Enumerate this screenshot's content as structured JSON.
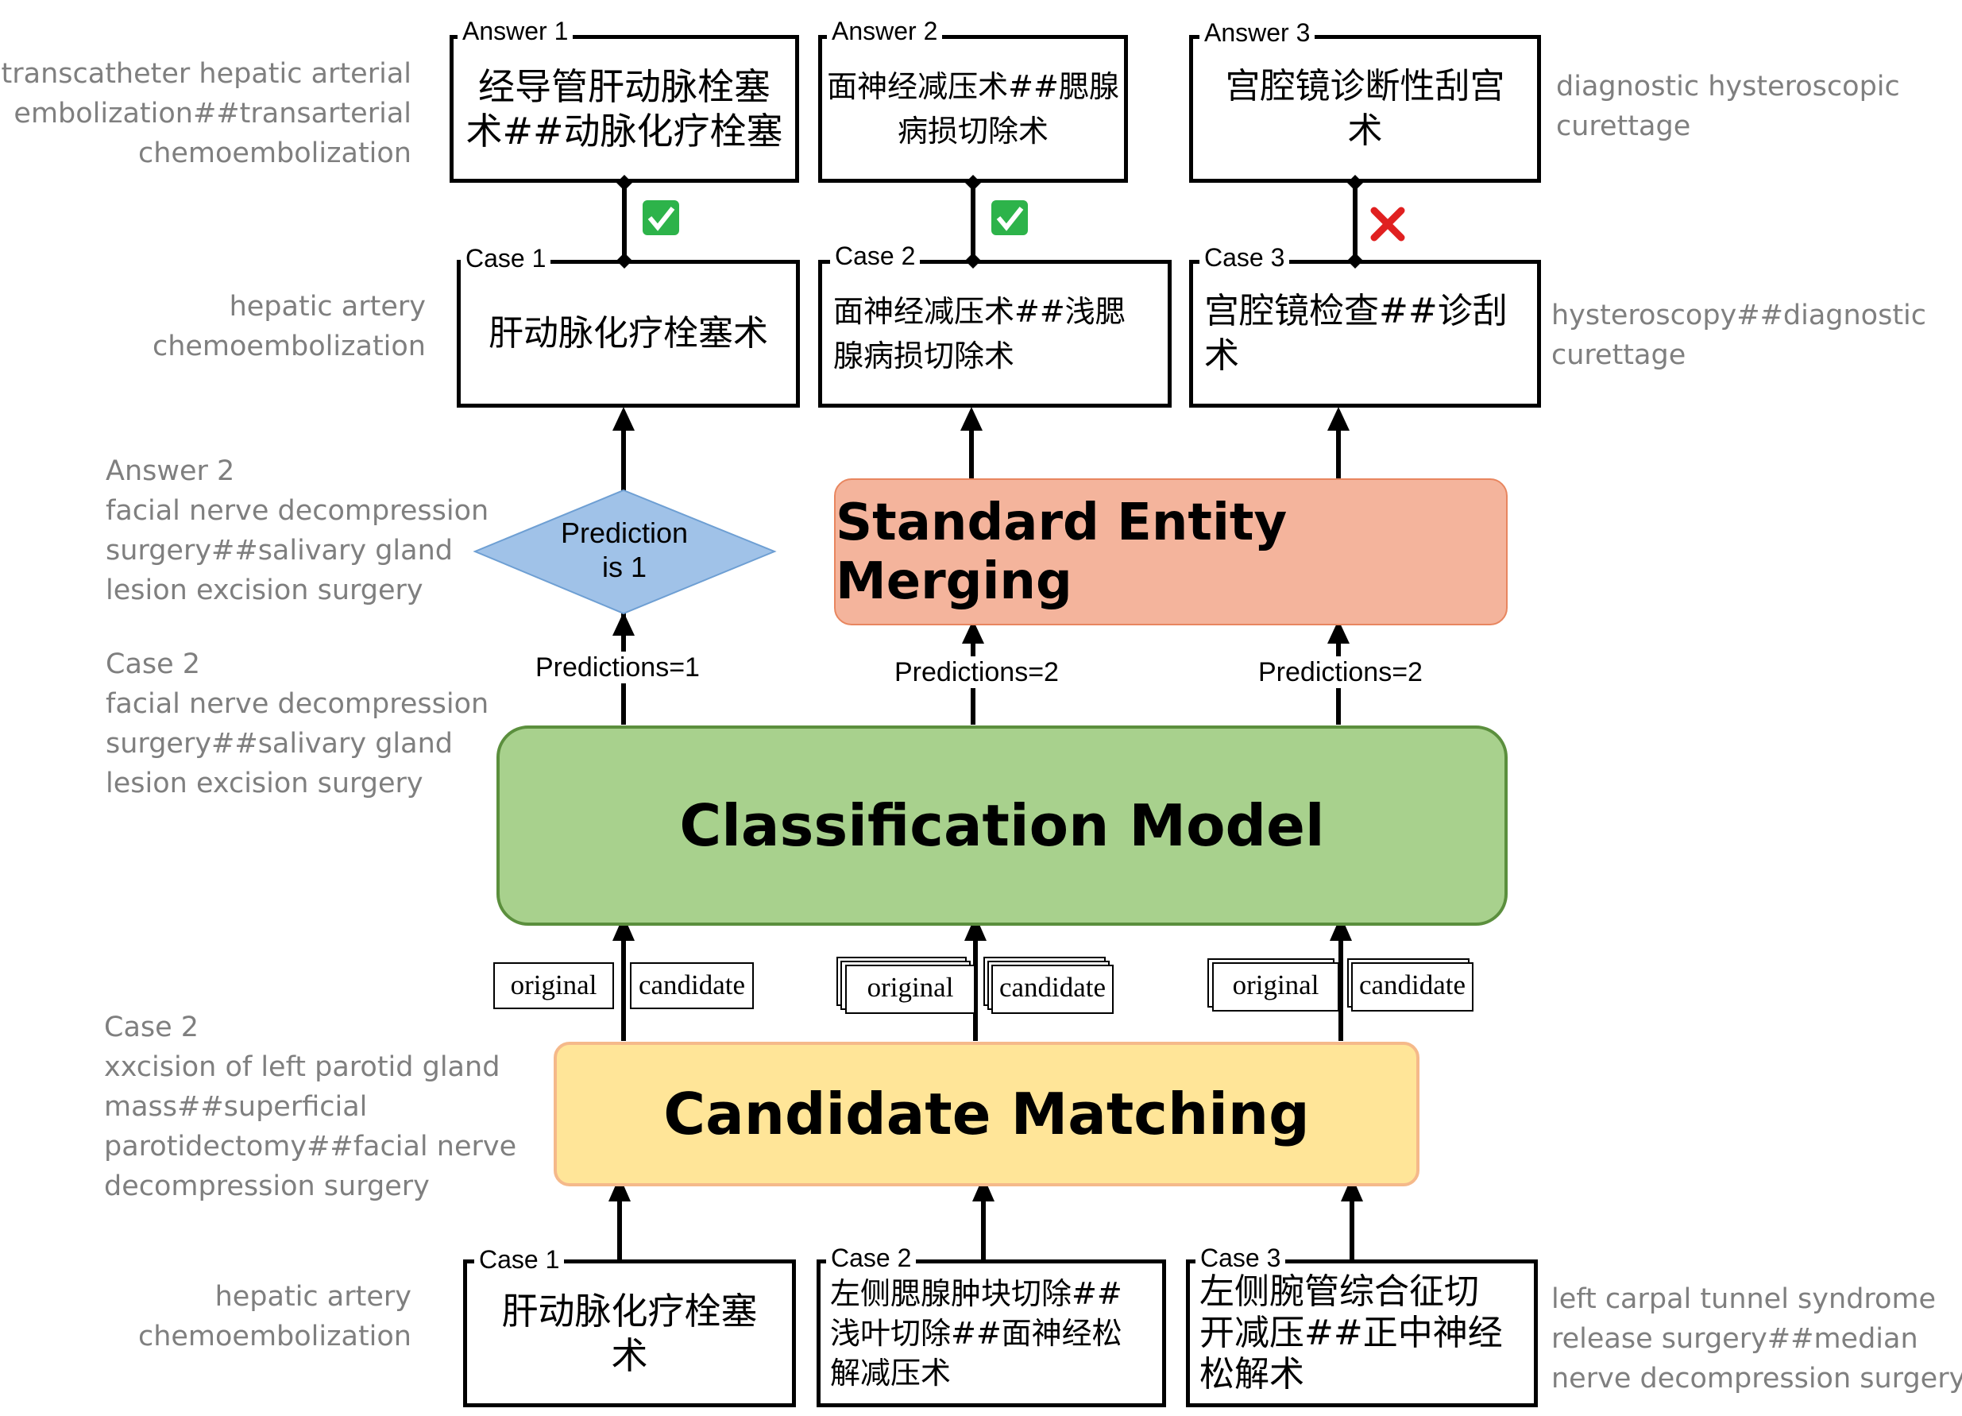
{
  "colors": {
    "standard_entity_merging_fill": "#f4b49c",
    "standard_entity_merging_border": "#e8865f",
    "classification_fill": "#a8d18d",
    "classification_border": "#5b8f3d",
    "candidate_fill": "#ffe598",
    "candidate_border": "#f5b98a",
    "diamond_fill": "#a0c2e8",
    "diamond_border": "#6e9fd3",
    "check_green": "#2db34a",
    "cross_red": "#e02020",
    "note_gray": "#7f7f7f"
  },
  "left_notes": {
    "top": "transcatheter hepatic arterial\nembolization##transarterial\nchemoembolization",
    "case1_mid": "hepatic artery\nchemoembolization",
    "answer2_block": "Answer 2\nfacial nerve decompression\nsurgery##salivary gland\nlesion excision surgery",
    "case2_block": "Case 2\nfacial nerve decompression\nsurgery##salivary gland\nlesion excision surgery",
    "case2_candidate_block": "Case 2\nxxcision of left parotid gland\nmass##superficial\nparotidectomy##facial nerve\ndecompression surgery",
    "case1_bottom": "hepatic artery\nchemoembolization"
  },
  "right_notes": {
    "answer3": "diagnostic hysteroscopic\ncurettage",
    "case3_mid": "hysteroscopy##diagnostic\ncurettage",
    "case3_bottom": "left carpal tunnel syndrome\nrelease surgery##median\nnerve decompression surgery"
  },
  "answers": [
    {
      "tag": "Answer 1",
      "text": "经导管肝动脉栓塞\n术##动脉化疗栓塞"
    },
    {
      "tag": "Answer 2",
      "text": "面神经减压术##腮腺\n病损切除术"
    },
    {
      "tag": "Answer 3",
      "text": "宫腔镜诊断性刮宫\n术"
    }
  ],
  "mid_cases": [
    {
      "tag": "Case 1",
      "text": "肝动脉化疗栓塞术"
    },
    {
      "tag": "Case 2",
      "text": "面神经减压术##浅腮\n腺病损切除术"
    },
    {
      "tag": "Case 3",
      "text": "宫腔镜检查##诊刮\n术"
    }
  ],
  "bottom_cases": [
    {
      "tag": "Case 1",
      "text": "肝动脉化疗栓塞\n术"
    },
    {
      "tag": "Case 2",
      "text": "左侧腮腺肿块切除##\n浅叶切除##面神经松\n解减压术"
    },
    {
      "tag": "Case 3",
      "text": "左侧腕管综合征切\n开减压##正中神经\n松解术"
    }
  ],
  "results": [
    "check",
    "check",
    "cross"
  ],
  "diamond_text": "Prediction\nis 1",
  "predictions": [
    "Predictions=1",
    "Predictions=2",
    "Predictions=2"
  ],
  "modules": {
    "merging": "Standard Entity Merging",
    "classification": "Classification Model",
    "candidate": "Candidate Matching"
  },
  "doc_labels": {
    "original": "original",
    "candidate": "candidate"
  }
}
